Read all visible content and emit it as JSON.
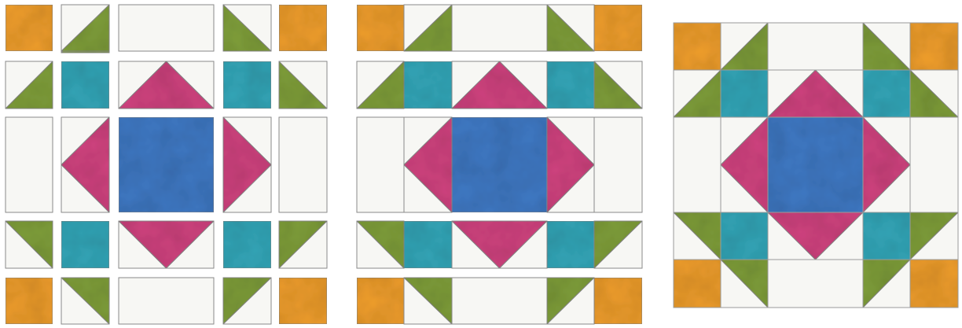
{
  "figure": {
    "description_visible_text": "",
    "colors": {
      "background_fabric": "#f7f7f4",
      "corner_orange": "#ee9d2c",
      "hst_green": "#7f9e3a",
      "square_teal": "#33a6b8",
      "triangle_pink": "#d0437f",
      "center_blue": "#3f79c4",
      "seam_gray": "#9a9a9a"
    },
    "panels": [
      {
        "name": "layout-separated",
        "label": ""
      },
      {
        "name": "rows-sewn",
        "label": ""
      },
      {
        "name": "block-finished",
        "label": ""
      }
    ]
  }
}
